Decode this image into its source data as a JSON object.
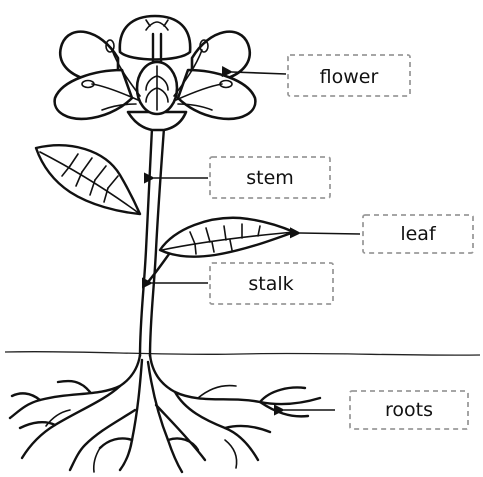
{
  "labels": {
    "flower": "flower",
    "stem": "stem",
    "leaf": "leaf",
    "stalk": "stalk",
    "roots": "roots"
  },
  "colors": {
    "ink": "#111111",
    "label_border": "#9a9a9a",
    "background": "#ffffff"
  }
}
